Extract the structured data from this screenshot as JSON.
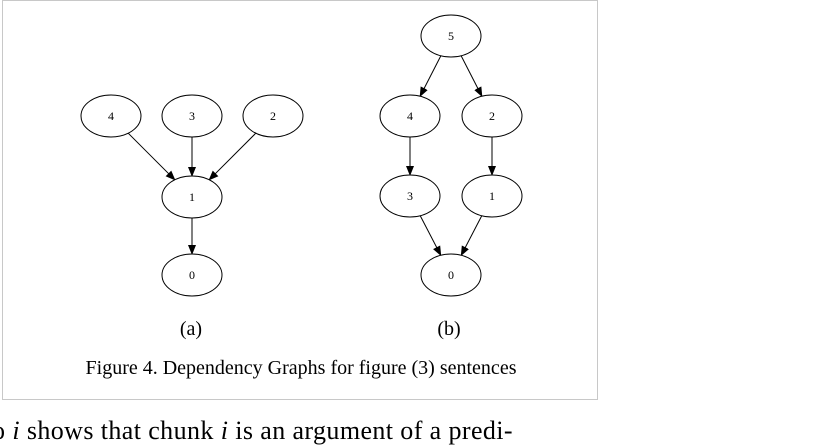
{
  "figure": {
    "graph_a": {
      "label": "(a)",
      "nodes": [
        "4",
        "3",
        "2",
        "1",
        "0"
      ],
      "edges": [
        [
          "4",
          "1"
        ],
        [
          "3",
          "1"
        ],
        [
          "2",
          "1"
        ],
        [
          "1",
          "0"
        ]
      ]
    },
    "graph_b": {
      "label": "(b)",
      "nodes": [
        "5",
        "4",
        "2",
        "3",
        "1",
        "0"
      ],
      "edges": [
        [
          "5",
          "4"
        ],
        [
          "5",
          "2"
        ],
        [
          "4",
          "3"
        ],
        [
          "2",
          "1"
        ],
        [
          "3",
          "0"
        ],
        [
          "1",
          "0"
        ]
      ]
    },
    "caption": "Figure 4. Dependency Graphs for figure (3) sentences"
  },
  "body_text": {
    "prefix": "o ",
    "var1": "i",
    "middle": " shows that chunk ",
    "var2": "i",
    "suffix": " is an argument of a predi-"
  }
}
